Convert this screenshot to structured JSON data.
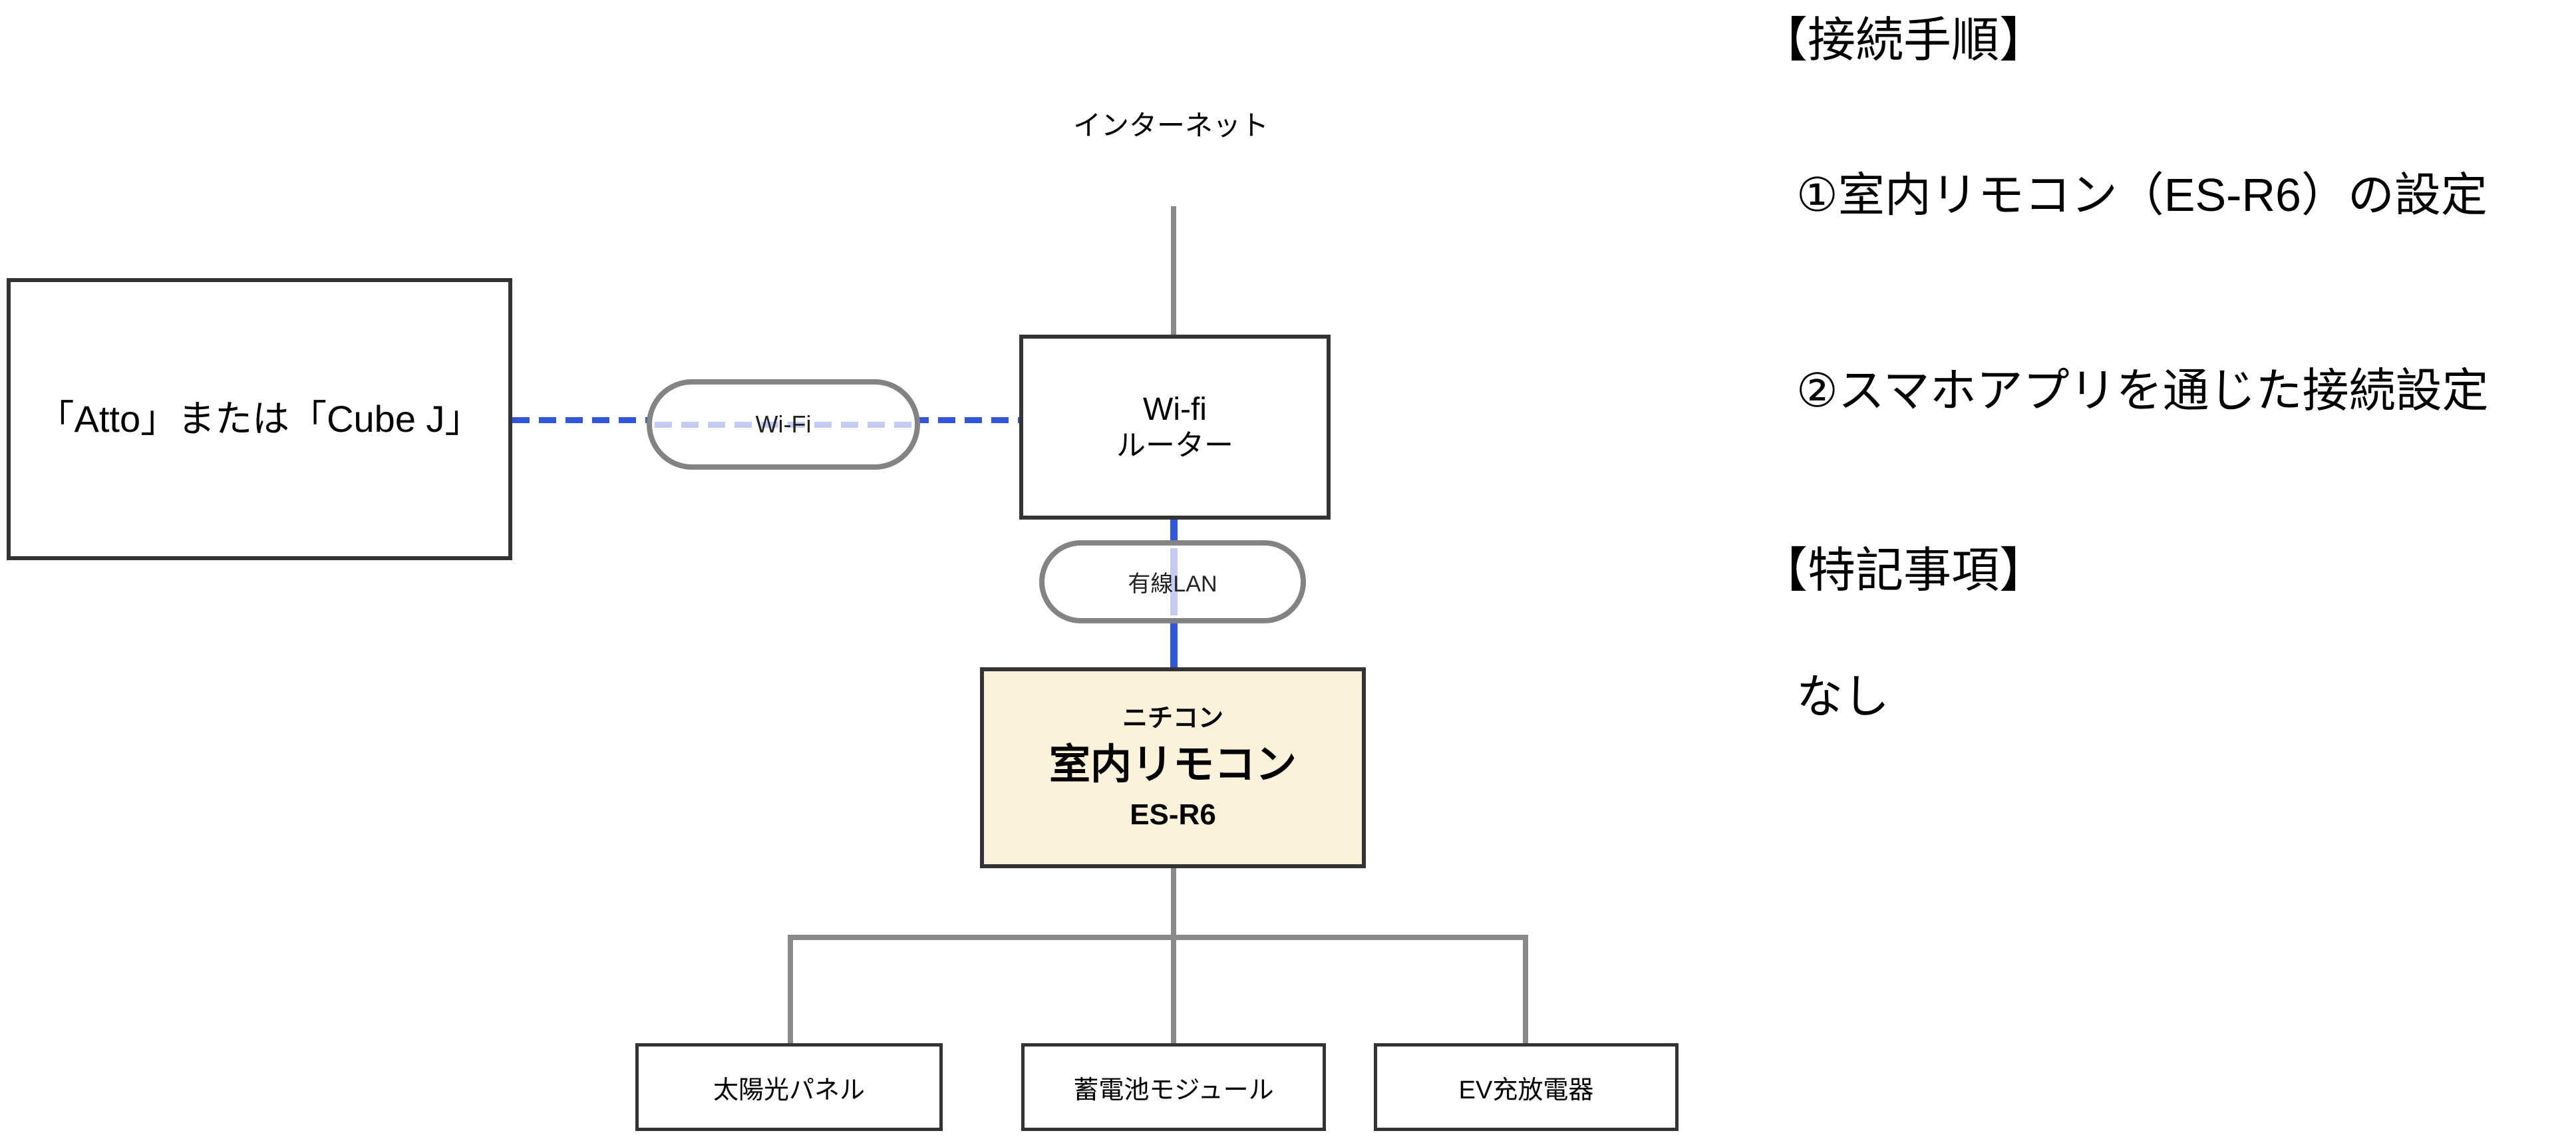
{
  "diagram": {
    "internet_label": "インターネット",
    "left_box": {
      "label": "「Atto」または「Cube J」"
    },
    "wifi_link": {
      "label": "Wi-Fi"
    },
    "router": {
      "line1": "Wi-fi",
      "line2": "ルーター"
    },
    "lan_link": {
      "label": "有線LAN"
    },
    "remote": {
      "brand": "ニチコン",
      "name": "室内リモコン",
      "model": "ES-R6"
    },
    "devices": [
      {
        "label": "太陽光パネル"
      },
      {
        "label": "蓄電池モジュール"
      },
      {
        "label": "EV充放電器"
      }
    ]
  },
  "notes": {
    "procedure_heading": "【接続手順】",
    "step1": "①室内リモコン（ES-R6）の設定",
    "step2": "②スマホアプリを通じた接続設定",
    "remarks_heading": "【特記事項】",
    "remarks_body": "なし"
  },
  "colors": {
    "accent_blue": "#3156d8",
    "accent_blue_light": "#c3cdf4",
    "line_gray": "#8a8a8a",
    "oval_gray": "#838383",
    "box_border": "#333333",
    "remote_fill": "#fcf1da"
  }
}
